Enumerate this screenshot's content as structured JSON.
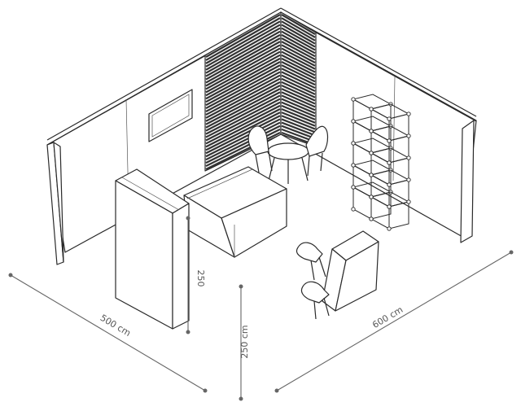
{
  "dimensions": {
    "width_label": "500 cm",
    "depth_label": "600 cm",
    "height_label": "250 cm",
    "panel_height_label": "250"
  },
  "colors": {
    "line": "#2a2a2a",
    "dimension": "#666666",
    "slats": "#333333",
    "background": "#ffffff"
  }
}
